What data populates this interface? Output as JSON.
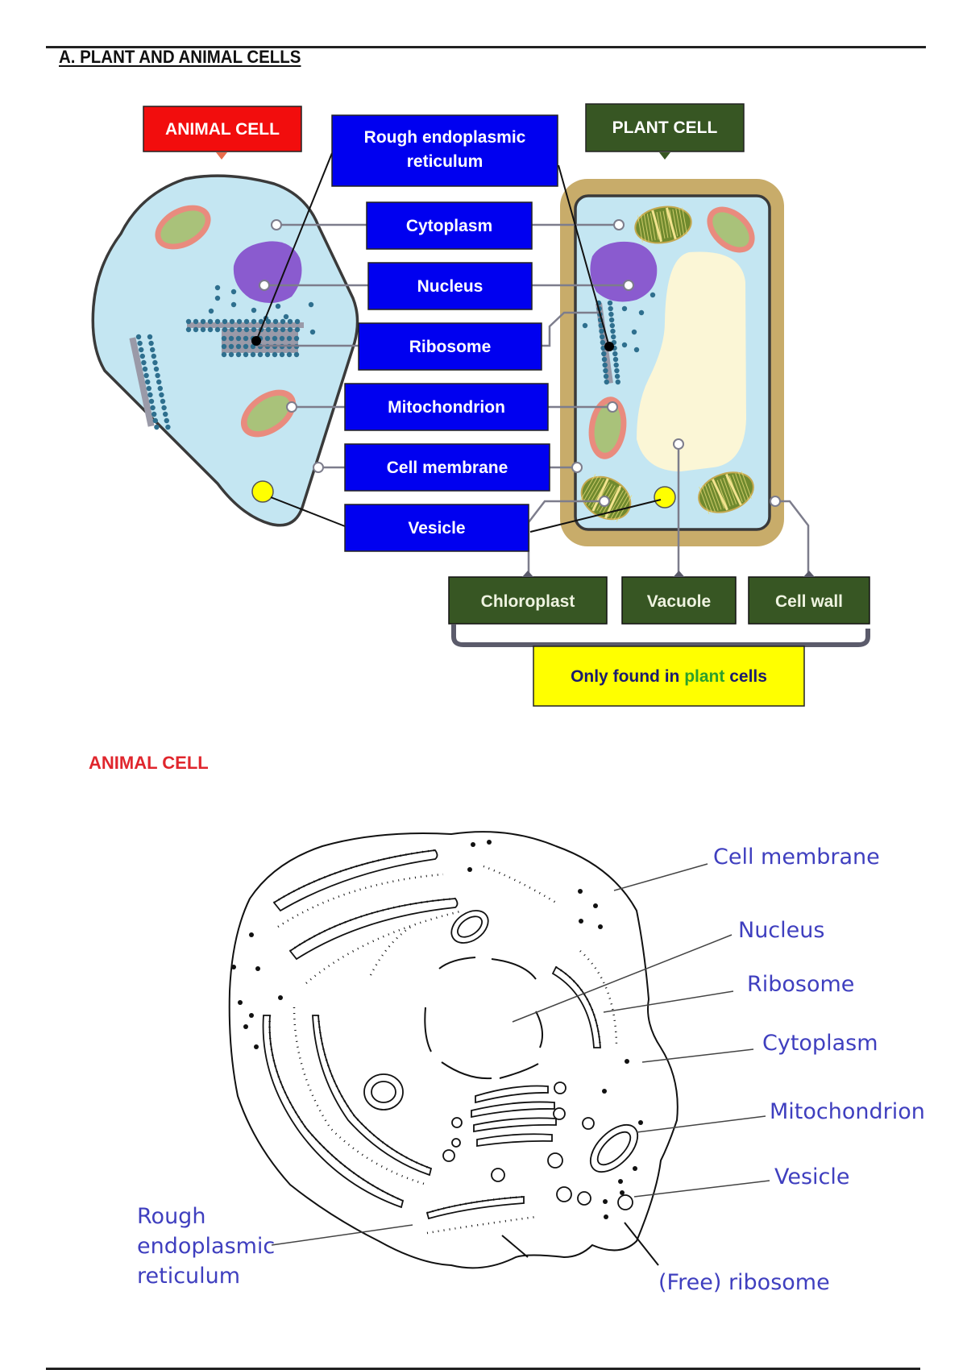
{
  "section": {
    "title": "A.  PLANT AND ANIMAL CELLS"
  },
  "top_diagram": {
    "headers": {
      "animal": "ANIMAL CELL",
      "plant": "PLANT CELL"
    },
    "shared_labels": [
      {
        "id": "rer",
        "lines": [
          "Rough endoplasmic",
          "reticulum"
        ]
      },
      {
        "id": "cytoplasm",
        "lines": [
          "Cytoplasm"
        ]
      },
      {
        "id": "nucleus",
        "lines": [
          "Nucleus"
        ]
      },
      {
        "id": "ribosome",
        "lines": [
          "Ribosome"
        ]
      },
      {
        "id": "mitochondrion",
        "lines": [
          "Mitochondrion"
        ]
      },
      {
        "id": "cell-membrane",
        "lines": [
          "Cell membrane"
        ]
      },
      {
        "id": "vesicle",
        "lines": [
          "Vesicle"
        ]
      }
    ],
    "plant_only_labels": [
      "Chloroplast",
      "Vacuole",
      "Cell wall"
    ],
    "note": {
      "prefix": "Only found in ",
      "highlight": "plant",
      "suffix": " cells"
    },
    "colors": {
      "animal_header": "#f20d0d",
      "plant_header": "#375623",
      "shared_box": "#0000f0",
      "note_box": "#ffff00",
      "note_text": "#1a1a6e",
      "note_highlight": "#2ca02c",
      "cytoplasm_fill": "#c4e6f2",
      "nucleus_fill": "#8a5bcf",
      "cell_wall": "#c8ac6a",
      "vacuole": "#fbf6d6",
      "vesicle": "#ffff00"
    }
  },
  "lower_diagram": {
    "heading": "ANIMAL CELL",
    "labels": {
      "cell_membrane": "Cell membrane",
      "nucleus": "Nucleus",
      "ribosome": "Ribosome",
      "cytoplasm": "Cytoplasm",
      "mitochondrion": "Mitochondrion",
      "vesicle": "Vesicle",
      "rer": [
        "Rough",
        "endoplasmic",
        "reticulum"
      ],
      "free_ribosome": "(Free) ribosome"
    }
  }
}
